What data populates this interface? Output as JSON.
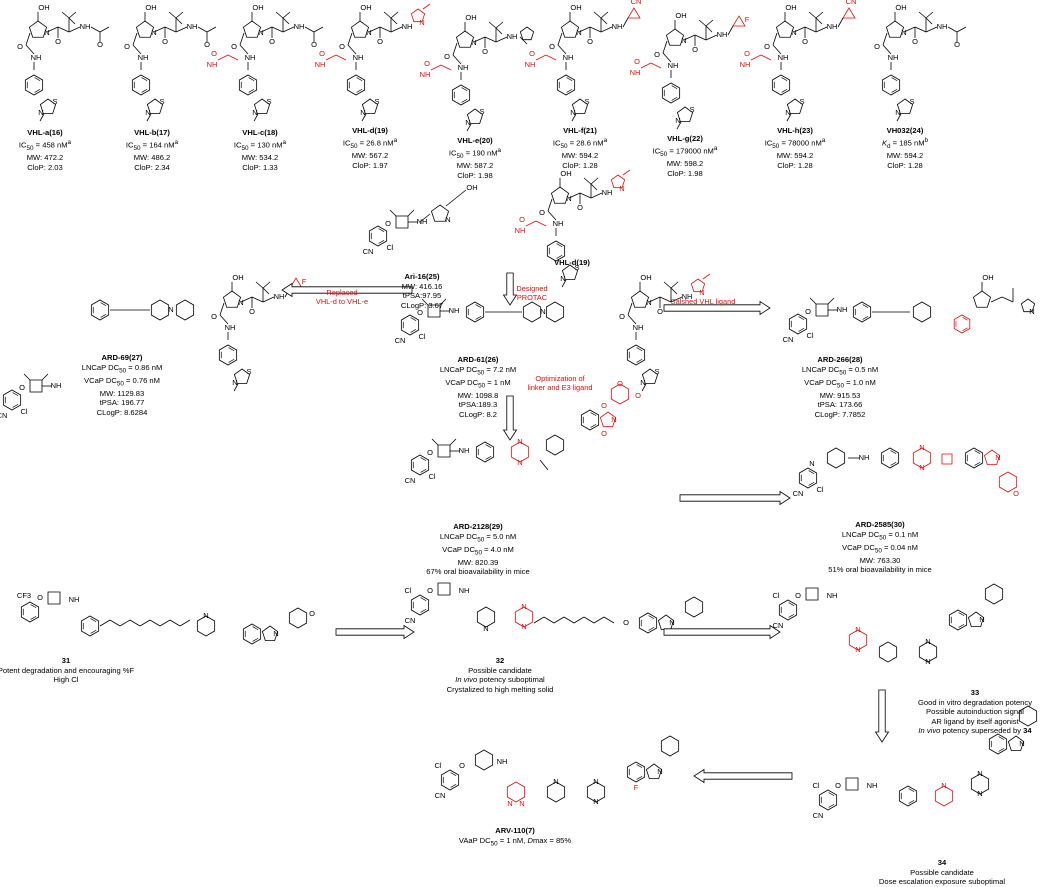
{
  "compounds": [
    {
      "id": "c16",
      "name": "VHL-a(16)",
      "lines": [
        "IC<sub>50</sub> = 458 nM<sup>a</sup>",
        "MW: 472.2",
        "CloP: 2.03"
      ]
    },
    {
      "id": "c17",
      "name": "VHL-b(17)",
      "lines": [
        "IC<sub>50</sub> = 164 nM<sup>a</sup>",
        "MW: 486.2",
        "CloP: 2.34"
      ]
    },
    {
      "id": "c18",
      "name": "VHL-c(18)",
      "lines": [
        "IC<sub>50</sub> = 130 nM<sup>a</sup>",
        "MW: 534.2",
        "CloP: 1.33"
      ]
    },
    {
      "id": "c19",
      "name": "VHL-d(19)",
      "lines": [
        "IC<sub>50</sub> = 26.8 nM<sup>a</sup>",
        "MW: 567.2",
        "CloP: 1.97"
      ]
    },
    {
      "id": "c20",
      "name": "VHL-e(20)",
      "lines": [
        "IC<sub>50</sub> = 190 nM<sup>a</sup>",
        "MW: 587.2",
        "CloP: 1.98"
      ]
    },
    {
      "id": "c21",
      "name": "VHL-f(21)",
      "lines": [
        "IC<sub>50</sub> = 28.6 nM<sup>a</sup>",
        "MW: 594.2",
        "CloP: 1.28"
      ]
    },
    {
      "id": "c22",
      "name": "VHL-g(22)",
      "lines": [
        "IC<sub>50</sub> = 179000 nM<sup>a</sup>",
        "MW: 598.2",
        "CloP: 1.98"
      ]
    },
    {
      "id": "c23",
      "name": "VHL-h(23)",
      "lines": [
        "IC<sub>50</sub> = 78000 nM<sup>a</sup>",
        "MW: 594.2",
        "CloP: 1.28"
      ]
    },
    {
      "id": "c24",
      "name": "VH032(24)",
      "lines": [
        "<i>K</i><sub>d</sub> = 185 nM<sup>b</sup>",
        "MW: 594.2",
        "CloP: 1.28"
      ]
    },
    {
      "id": "c25",
      "name": "Ari-16(25)",
      "lines": [
        "MW: 416.16",
        "tPSA:97.95",
        "CLogP: 3.67"
      ]
    },
    {
      "id": "c19b",
      "name": "VHL-d(19)",
      "lines": []
    },
    {
      "id": "c27",
      "name": "ARD-69(27)",
      "lines": [
        "LNCaP DC<sub>50</sub> = 0.86 nM",
        "VCaP DC<sub>50</sub> = 0.76 nM",
        "MW: 1129.83",
        "tPSA: 196.77",
        "CLogP: 8.6284"
      ]
    },
    {
      "id": "c26",
      "name": "ARD-61(26)",
      "lines": [
        "LNCaP DC<sub>50</sub> = 7.2 nM",
        "VCaP DC<sub>50</sub> = 1 nM",
        "MW: 1098.8",
        "tPSA:189.3",
        "CLogP: 8.2"
      ]
    },
    {
      "id": "c28",
      "name": "ARD-266(28)",
      "lines": [
        "LNCaP DC<sub>50</sub> = 0.5 nM",
        "VCaP DC<sub>50</sub> = 1.0 nM",
        "MW: 915.53",
        "tPSA: 173.66",
        "CLogP: 7.7852"
      ]
    },
    {
      "id": "c29",
      "name": "ARD-2128(29)",
      "lines": [
        "LNCaP DC<sub>50</sub> = 5.0 nM",
        "VCaP DC<sub>50</sub> = 4.0 nM",
        "MW: 820.39",
        "67% oral bioavailability in mice"
      ]
    },
    {
      "id": "c30",
      "name": "ARD-2585(30)",
      "lines": [
        "LNCaP DC<sub>50</sub> = 0.1 nM",
        "VCaP DC<sub>50</sub> = 0.04 nM",
        "MW: 763.30",
        "51% oral bioavailability in mice"
      ]
    },
    {
      "id": "c31",
      "name": "31",
      "lines": [
        "Potent degradation and encouraging %F",
        "High Cl"
      ]
    },
    {
      "id": "c32",
      "name": "32",
      "lines": [
        "Possible candidate",
        "<i>In vivo</i> potency suboptimal",
        "Crystalized to high melting solid"
      ]
    },
    {
      "id": "c33",
      "name": "33",
      "lines": [
        "Good in vitro degradation potency",
        "Possible autoinduction signal",
        "AR ligand by itself agonist",
        "<i>In vivo</i> potency superseded by <b>34</b>"
      ]
    },
    {
      "id": "c34",
      "name": "34",
      "lines": [
        "Possible candidate",
        "Dose escalation exposure suboptimal"
      ]
    },
    {
      "id": "c7",
      "name": "ARV-110(7)",
      "lines": [
        "VAaP DC<sub>50</sub> = 1 nM, <i>D</i>max = 85%"
      ]
    }
  ],
  "notes": {
    "replaced": "Replaced\nVHL-d to VHL-e",
    "designed": "Designed\nPROTAC",
    "salshed": "Salshed VHL ligand",
    "optimization": "Optimization of\nlinker and E3 ligand"
  },
  "atoms": {
    "oh": "OH",
    "nh": "NH",
    "n": "N",
    "o": "O",
    "s": "S",
    "f": "F",
    "cl": "Cl",
    "cn": "CN",
    "cf3": "CF3",
    "h": "H"
  },
  "colors": {
    "accent": "#e01010",
    "ink": "#000000"
  }
}
